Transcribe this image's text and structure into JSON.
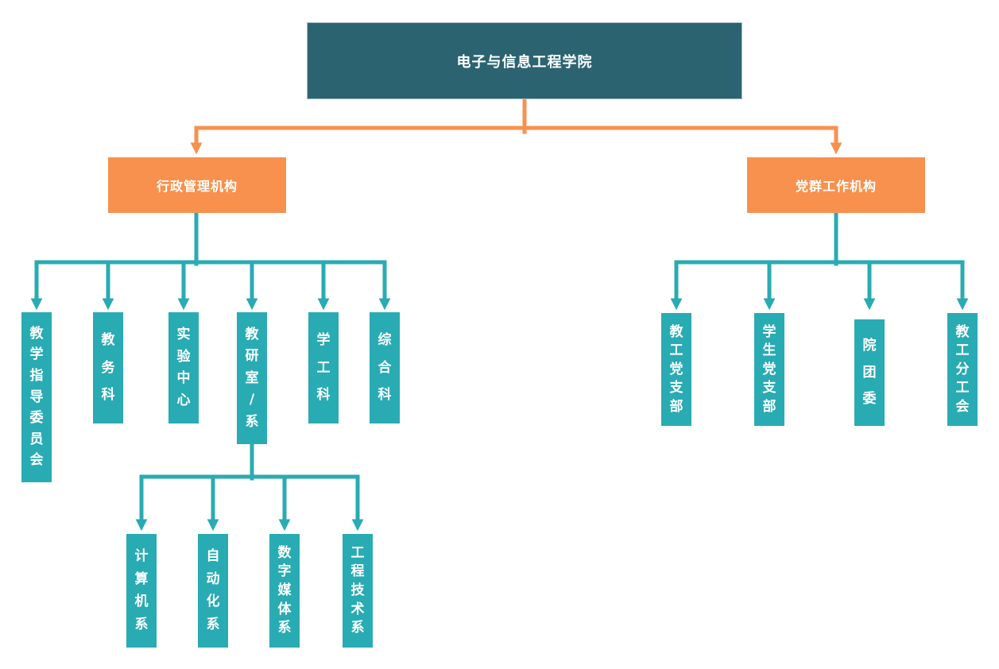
{
  "root": {
    "label": "电子与信息工程学院"
  },
  "branches": [
    {
      "label": "行政管理机构",
      "children": [
        {
          "label": "教学指导委员会"
        },
        {
          "label": "教务科"
        },
        {
          "label": "实验中心"
        },
        {
          "label": "教研室/系"
        },
        {
          "label": "学工科"
        },
        {
          "label": "综合科"
        }
      ]
    },
    {
      "label": "党群工作机构",
      "children": [
        {
          "label": "教工党支部"
        },
        {
          "label": "学生党支部"
        },
        {
          "label": "院团委"
        },
        {
          "label": "教工分工会"
        }
      ]
    }
  ],
  "sub_branch": {
    "parent": "教研室/系",
    "children": [
      {
        "label": "计算机系"
      },
      {
        "label": "自动化系"
      },
      {
        "label": "数字媒体系"
      },
      {
        "label": "工程技术系"
      }
    ]
  },
  "colors": {
    "background": "#FFFFFF",
    "root_box": "#2B6470",
    "branch_box": "#F8914E",
    "leaf_box": "#29ABB3",
    "orange_connector": "#F8914E",
    "teal_connector": "#29ABB3",
    "text": "#FFFFFF"
  }
}
